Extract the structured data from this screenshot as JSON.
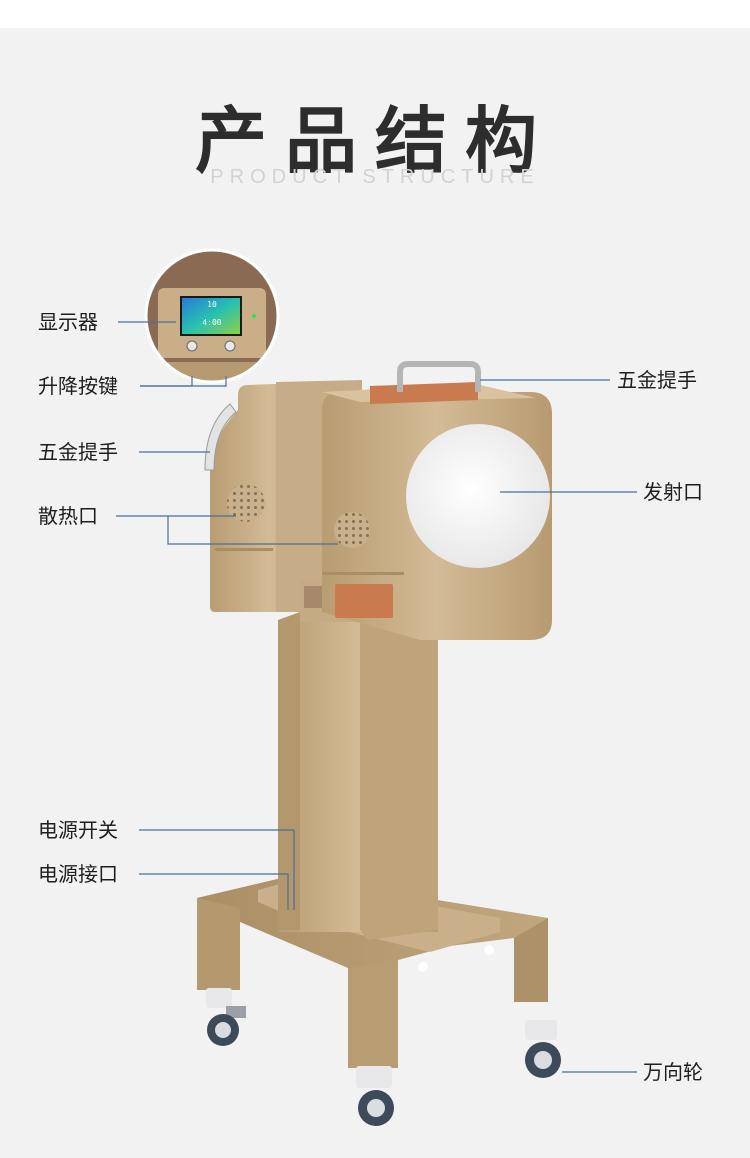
{
  "heading": {
    "title": "产品结构",
    "subtitle": "PRODUCT STRUCTURE"
  },
  "screen": {
    "line1": "10",
    "line2": "4:00"
  },
  "labels": {
    "display": "显示器",
    "lift_buttons": "升降按键",
    "handle_left": "五金提手",
    "vents": "散热口",
    "handle_right": "五金提手",
    "emitter": "发射口",
    "power_switch": "电源开关",
    "power_port": "电源接口",
    "casters": "万向轮"
  },
  "colors": {
    "device_gold": "#c6ab84",
    "accent_orange": "#c97a4e",
    "leader_line": "#4a6f9a",
    "background": "#f2f2f2"
  }
}
